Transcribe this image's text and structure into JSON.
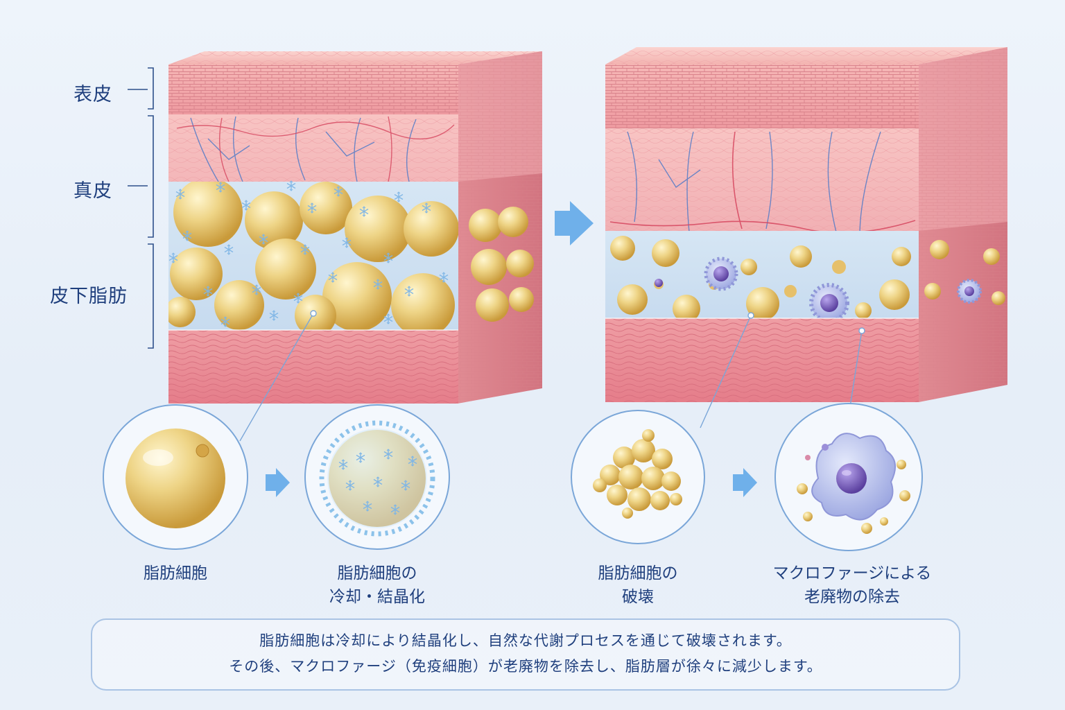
{
  "layers": {
    "epidermis": "表皮",
    "dermis": "真皮",
    "subcutaneous_fat": "皮下脂肪"
  },
  "steps": [
    {
      "lines": [
        "脂肪細胞"
      ]
    },
    {
      "lines": [
        "脂肪細胞の",
        "冷却・結晶化"
      ]
    },
    {
      "lines": [
        "脂肪細胞の",
        "破壊"
      ]
    },
    {
      "lines": [
        "マクロファージによる",
        "老廃物の除去"
      ]
    }
  ],
  "note": {
    "line1": "脂肪細胞は冷却により結晶化し、自然な代謝プロセスを通じて破壊されます。",
    "line2": "その後、マクロファージ（免疫細胞）が老廃物を除去し、脂肪層が徐々に減少します。"
  },
  "colors": {
    "skin": "#f4a9ad",
    "fat": "#e6c76a",
    "ice": "#8cc2ea",
    "macrophage": "#8b86d6",
    "arrow": "#6aa8e6"
  },
  "icons": [
    "arrow-right-icon",
    "fat-cell-icon",
    "frozen-fat-cell-icon",
    "broken-fat-cell-icon",
    "macrophage-icon"
  ]
}
